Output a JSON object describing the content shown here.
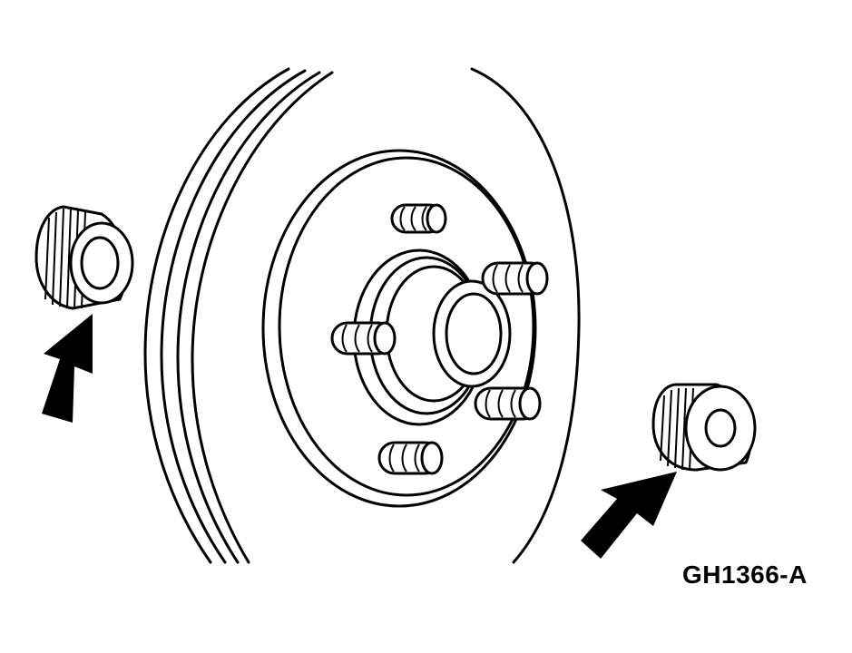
{
  "figure": {
    "label": "GH1366-A",
    "line_color": "#000000",
    "background": "#ffffff"
  },
  "parts": [
    "brake-rotor-hub",
    "outer-wheel-bearing",
    "inner-wheel-bearing"
  ]
}
